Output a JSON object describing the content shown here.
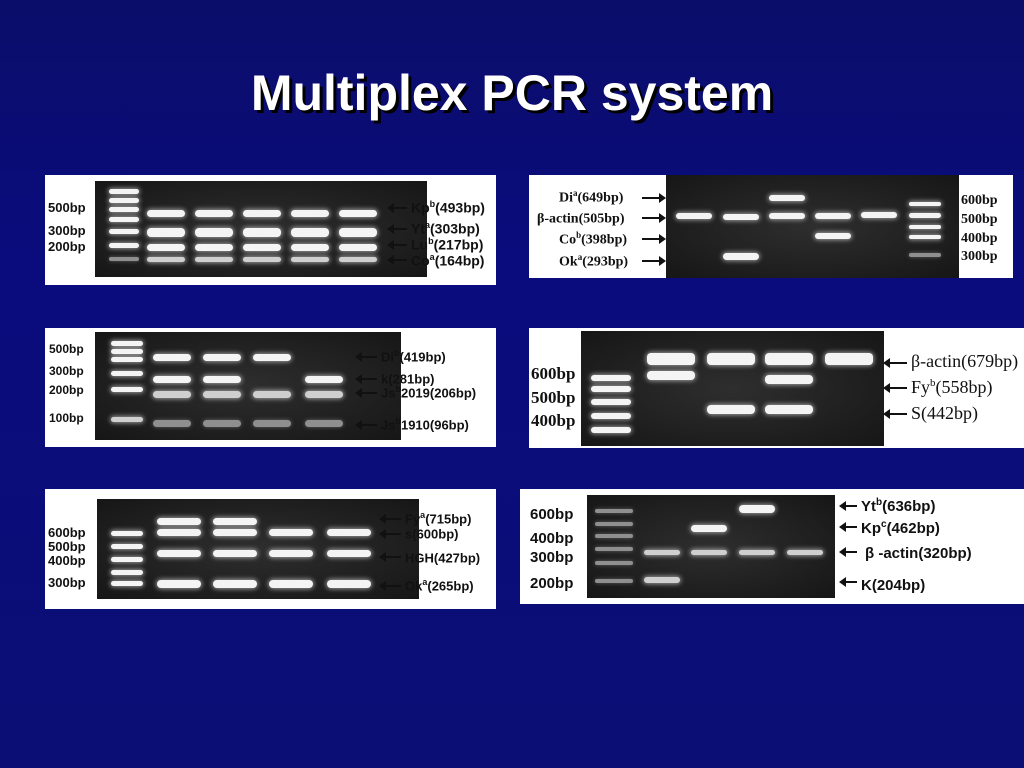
{
  "title": "Multiplex PCR system",
  "panel1": {
    "ladder": [
      "500bp",
      "300bp",
      "200bp"
    ],
    "markers": [
      {
        "name": "Kp",
        "sup": "b",
        "size": "(493bp)"
      },
      {
        "name": "Yt",
        "sup": "a",
        "size": "(303bp)"
      },
      {
        "name": "Lu",
        "sup": "b",
        "size": "(217bp)"
      },
      {
        "name": "Co",
        "sup": "a",
        "size": "(164bp)"
      }
    ]
  },
  "panel2": {
    "left_markers": [
      {
        "name": "Di",
        "sup": "a",
        "size": "(649bp)"
      },
      {
        "name": "β-actin",
        "sup": "",
        "size": "(505bp)"
      },
      {
        "name": "Co",
        "sup": "b",
        "size": "(398bp)"
      },
      {
        "name": "Ok",
        "sup": "a",
        "size": "(293bp)"
      }
    ],
    "ladder": [
      "600bp",
      "500bp",
      "400bp",
      "300bp"
    ]
  },
  "panel3": {
    "ladder": [
      "500bp",
      "300bp",
      "200bp",
      "100bp"
    ],
    "markers": [
      {
        "name": "Di",
        "sup": "b",
        "size": "(419bp)"
      },
      {
        "name": "k",
        "sup": "",
        "size": "(281bp)"
      },
      {
        "name": "Js",
        "sup": "b",
        "size": "2019(206bp)"
      },
      {
        "name": "Js",
        "sup": "b",
        "size": "1910(96bp)"
      }
    ]
  },
  "panel4": {
    "ladder": [
      "600bp",
      "500bp",
      "400bp"
    ],
    "markers": [
      {
        "name": "β-actin",
        "sup": "",
        "size": "(679bp)"
      },
      {
        "name": "Fy",
        "sup": "b",
        "size": "(558bp)"
      },
      {
        "name": "S",
        "sup": "",
        "size": "(442bp)"
      }
    ]
  },
  "panel5": {
    "ladder": [
      "600bp",
      "500bp",
      "400bp",
      "300bp"
    ],
    "markers": [
      {
        "name": "Fy",
        "sup": "a",
        "size": "(715bp)"
      },
      {
        "name": "s",
        "sup": "",
        "size": "(600bp)"
      },
      {
        "name": "HGH",
        "sup": "",
        "size": "(427bp)"
      },
      {
        "name": "Ok",
        "sup": "a",
        "size": "(265bp)"
      }
    ]
  },
  "panel6": {
    "ladder": [
      "600bp",
      "400bp",
      "300bp",
      "200bp"
    ],
    "markers": [
      {
        "name": "Yt",
        "sup": "b",
        "size": "(636bp)"
      },
      {
        "name": "Kp",
        "sup": "c",
        "size": "(462bp)"
      },
      {
        "name": "β",
        "sup": "",
        "size": " -actin(320bp)"
      },
      {
        "name": "K",
        "sup": "",
        "size": "(204bp)"
      }
    ]
  }
}
